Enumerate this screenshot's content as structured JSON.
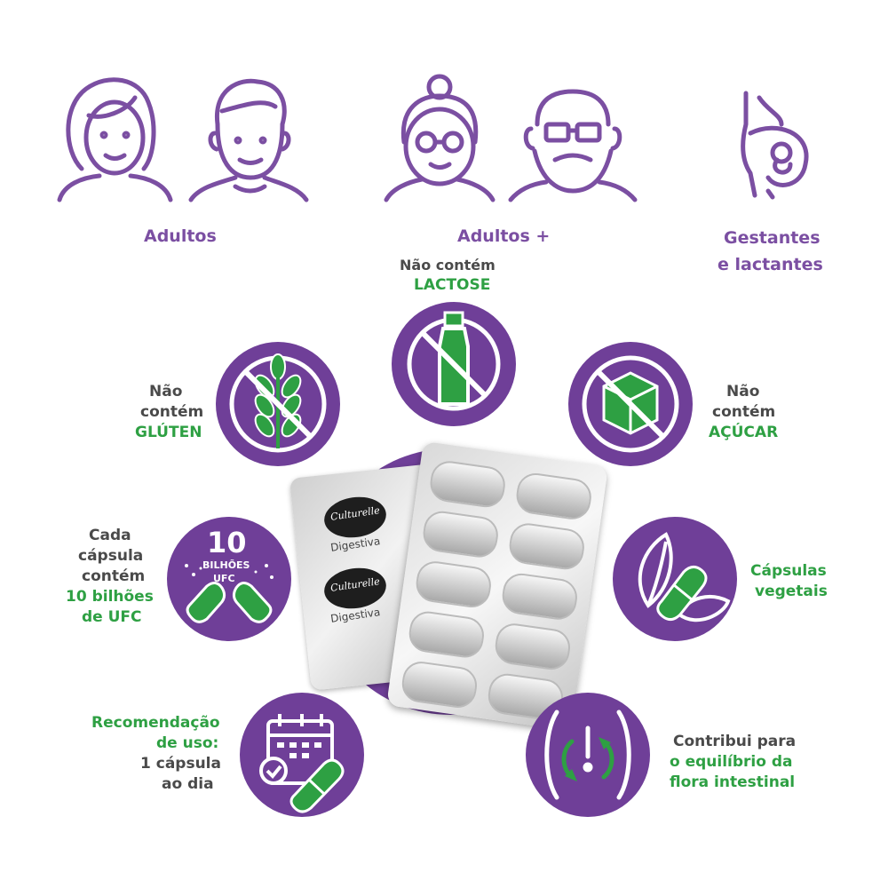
{
  "audience": {
    "adults": "Adultos",
    "adults_plus": "Adultos +",
    "pregnant_line1": "Gestantes",
    "pregnant_line2": "e lactantes"
  },
  "lactose": {
    "line1": "Não contém",
    "line2": "LACTOSE"
  },
  "gluten": {
    "line1": "Não",
    "line2": "contém",
    "line3": "GLÚTEN"
  },
  "sugar": {
    "line1": "Não",
    "line2": "contém",
    "line3": "AÇÚCAR"
  },
  "cfu": {
    "line1": "Cada",
    "line2": "cápsula",
    "line3": "contém",
    "line4": "10 bilhões",
    "line5": "de UFC",
    "badge_number": "10",
    "badge_line1": "BILHÕES",
    "badge_line2": "UFC"
  },
  "vegetal": {
    "line1": "Cápsulas",
    "line2": "vegetais"
  },
  "dosage": {
    "line1": "Recomendação",
    "line2": "de uso:",
    "line3": "1 cápsula",
    "line4": "ao dia"
  },
  "flora": {
    "line1": "Contribui para",
    "line2": "o equilíbrio da",
    "line3": "flora intestinal"
  },
  "product": {
    "brand": "Culturelle",
    "variant": "Digestiva"
  },
  "colors": {
    "purple": "#6f3f98",
    "green": "#2ea043",
    "text": "#4a4a4a"
  }
}
